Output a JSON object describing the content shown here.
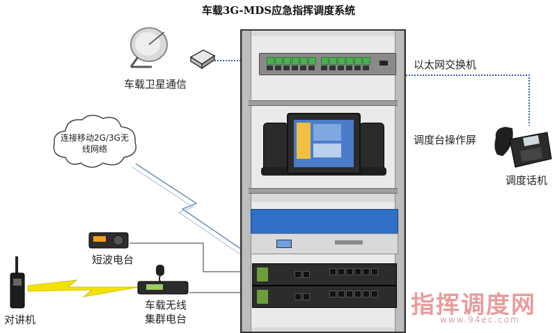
{
  "title": "车载3G-MDS应急指挥调度系统",
  "labels": {
    "satellite": "车载卫星通信",
    "ethernet_switch": "以太网交换机",
    "dispatch_screen": "调度台操作屏",
    "dispatch_phone": "调度话机",
    "cloud_line1": "连接移动2G/3G无",
    "cloud_line2": "线网络",
    "hf_radio": "短波电台",
    "trunk_radio_line1": "车载无线",
    "trunk_radio_line2": "集群电台",
    "walkie_talkie": "对讲机"
  },
  "watermark": {
    "text": "指挥调度网",
    "url": "www.94ec.com"
  },
  "colors": {
    "ethernet_link": "#2a5db0",
    "lightning": "#f2e200",
    "rack_frame": "#333333",
    "device_blue": "#2f6fc8"
  }
}
